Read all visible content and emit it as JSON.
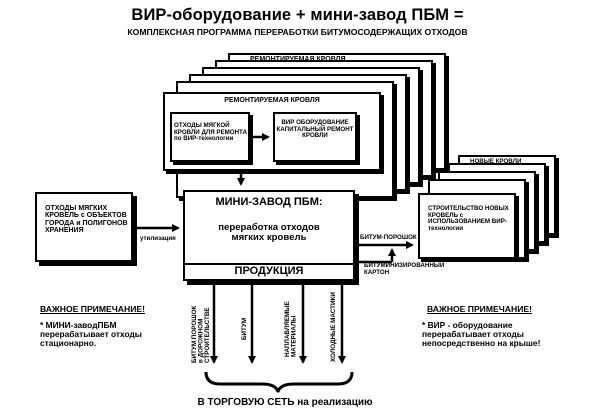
{
  "title": {
    "line1": "ВИР-оборудование + мини-завод ПБМ =",
    "line2": "КОМПЛЕКСНАЯ ПРОГРАММА ПЕРЕРАБОТКИ БИТУМОСОДЕРЖАЩИХ ОТХОДОВ"
  },
  "roof_stack": {
    "back_label": "РЕМОНТИРУЕМАЯ КРОВЛЯ",
    "front_label": "РЕМОНТИРУЕМАЯ КРОВЛЯ",
    "waste_box": "ОТХОДЫ МЯГКОЙ КРОВЛИ ДЛЯ РЕМОНТА по ВИР-технологии",
    "vir_box": "ВИР ОБОРУДОВАНИЕ КАПИТАЛЬНЫЙ РЕМОНТ КРОВЛИ"
  },
  "left_box": "ОТХОДЫ МЯГКИХ КРОВЕЛЬ с ОБЪЕКТОВ ГОРОДА и ПОЛИГОНОВ ХРАНЕНИЯ",
  "left_arrow_label": "утилизация",
  "center_box": {
    "title": "МИНИ-ЗАВОД ПБМ:",
    "subtitle": "переработка отходов мягких кровель",
    "products": "ПРОДУКЦИЯ"
  },
  "right_stack": {
    "back_label": "НОВЫЕ КРОВЛИ",
    "front_label": "СТРОИТЕЛЬСТВО НОВЫХ КРОВЕЛЬ с ИСПОЛЬЗОВАНИЕМ ВИР-технологии"
  },
  "right_arrow_top_label": "БИТУМ-ПОРОШОК",
  "right_arrow_bottom_label": "БИТУМИНИЗИРОВАННЫЙ КАРТОН",
  "products_list": [
    "БИТУМ ПОРОШОК\nв ДОРОЖНОМ\nСТРОИТЕЛЬСТВЕ",
    "БИТУМ",
    "НАПЛАВЛЯЕМЫЕ\nМАТЕРИАЛЫ",
    "ХОЛОДНЫЕ МАСТИКИ"
  ],
  "bottom_label": {
    "bold": "В ТОРГОВУЮ СЕТЬ",
    "rest": " на реализацию"
  },
  "note_left": {
    "heading": "ВАЖНОЕ ПРИМЕЧАНИЕ!",
    "text": "* МИНИ-заводПБМ перерабатывает отходы стационарно."
  },
  "note_right": {
    "heading": "ВАЖНОЕ ПРИМЕЧАНИЕ!",
    "text": "* ВИР - оборудование перерабатывает отходы непосредственно на крыше!"
  }
}
